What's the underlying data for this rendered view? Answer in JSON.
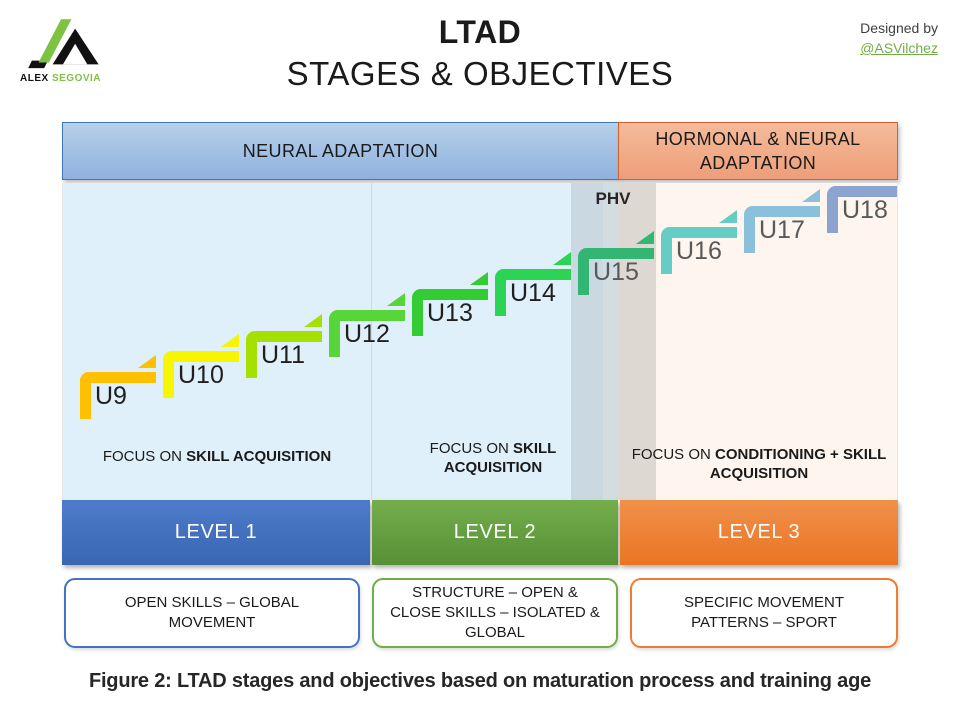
{
  "page": {
    "title_line1": "LTAD",
    "title_line2": "STAGES & OBJECTIVES",
    "designed_by": "Designed by",
    "designer_handle": "@ASVilchez",
    "designer_handle_color": "#6FAE44",
    "caption": "Figure 2: LTAD stages and objectives based on maturation process and training age"
  },
  "logo": {
    "name_part1": "ALEX",
    "name_part2": "SEGOVIA",
    "accent_color": "#7DC242",
    "dark_color": "#111111"
  },
  "adaptation_header": {
    "left": {
      "label": "NEURAL ADAPTATION",
      "bg_top": "#B7D0EA",
      "bg_bottom": "#8FB2DE",
      "border": "#3E78B5"
    },
    "right": {
      "label": "HORMONAL & NEURAL ADAPTATION",
      "bg_top": "#F5BB9B",
      "bg_bottom": "#EE9E79",
      "border": "#D2622A"
    }
  },
  "backgrounds": {
    "left_region": "#DFF0FA",
    "right_region": "#FDF5EE"
  },
  "phv": {
    "label": "PHV",
    "band_colors": [
      "#CAD8E2",
      "#D3DDE1",
      "#DDD9D2"
    ]
  },
  "stages": [
    {
      "label": "U9",
      "color": "#FFC000",
      "label_color": "#1f1f1f"
    },
    {
      "label": "U10",
      "color": "#F8F500",
      "label_color": "#1f1f1f"
    },
    {
      "label": "U11",
      "color": "#A5E100",
      "label_color": "#1f1f1f"
    },
    {
      "label": "U12",
      "color": "#58D639",
      "label_color": "#1f1f1f"
    },
    {
      "label": "U13",
      "color": "#33CC33",
      "label_color": "#1f1f1f"
    },
    {
      "label": "U14",
      "color": "#2BD455",
      "label_color": "#1f1f1f"
    },
    {
      "label": "U15",
      "color": "#33B573",
      "label_color": "#595959"
    },
    {
      "label": "U16",
      "color": "#66CCC6",
      "label_color": "#595959"
    },
    {
      "label": "U17",
      "color": "#8BC0DB",
      "label_color": "#595959"
    },
    {
      "label": "U18",
      "color": "#8CA5D0",
      "label_color": "#595959"
    }
  ],
  "focus": [
    {
      "prefix": "FOCUS ON ",
      "bold": "SKILL ACQUISITION"
    },
    {
      "prefix": "FOCUS ON ",
      "bold": "SKILL ACQUISITION"
    },
    {
      "prefix": "FOCUS ON ",
      "bold": "CONDITIONING + SKILL ACQUISITION"
    }
  ],
  "levels": [
    {
      "label": "LEVEL 1",
      "color_top": "#4E7CCB",
      "color_bottom": "#3A66B1",
      "box_text": "OPEN SKILLS – GLOBAL MOVEMENT",
      "box_border": "#4472C4"
    },
    {
      "label": "LEVEL 2",
      "color_top": "#74AE4C",
      "color_bottom": "#579036",
      "box_text": "STRUCTURE – OPEN & CLOSE SKILLS – ISOLATED & GLOBAL",
      "box_border": "#70AD47"
    },
    {
      "label": "LEVEL 3",
      "color_top": "#F0914B",
      "color_bottom": "#EA7423",
      "box_text": "SPECIFIC MOVEMENT PATTERNS – SPORT",
      "box_border": "#ED7D31"
    }
  ]
}
